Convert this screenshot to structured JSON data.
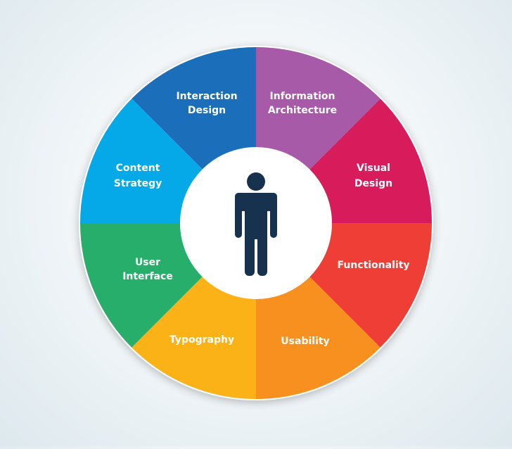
{
  "diagram": {
    "type": "radial-wheel",
    "center": {
      "icon": "person-icon",
      "icon_color": "#17324f",
      "background": "#ffffff"
    },
    "segments": [
      {
        "id": "interaction-design",
        "lines": [
          "Interaction",
          "Design"
        ],
        "color": "#1b6fba"
      },
      {
        "id": "information-architecture",
        "lines": [
          "Information",
          "Architecture"
        ],
        "color": "#a65aa7"
      },
      {
        "id": "visual-design",
        "lines": [
          "Visual",
          "Design"
        ],
        "color": "#d81b5a"
      },
      {
        "id": "functionality",
        "lines": [
          "Functionality"
        ],
        "color": "#ee3e36"
      },
      {
        "id": "usability",
        "lines": [
          "Usability"
        ],
        "color": "#f7901e"
      },
      {
        "id": "typography",
        "lines": [
          "Typography"
        ],
        "color": "#fbb216"
      },
      {
        "id": "user-interface",
        "lines": [
          "User",
          "Interface"
        ],
        "color": "#27ae6b"
      },
      {
        "id": "content-strategy",
        "lines": [
          "Content",
          "Strategy"
        ],
        "color": "#05a9e8"
      }
    ]
  }
}
